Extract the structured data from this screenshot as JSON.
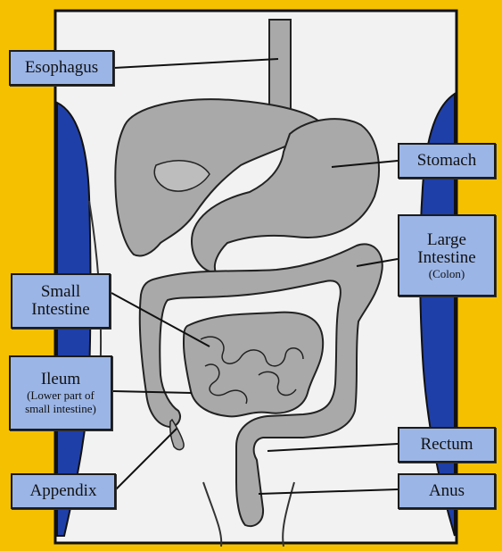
{
  "labels": {
    "esophagus": {
      "text": "Esophagus"
    },
    "stomach": {
      "text": "Stomach"
    },
    "large_intestine": {
      "line1": "Large",
      "line2": "Intestine",
      "sub": "(Colon)"
    },
    "small_intestine": {
      "line1": "Small",
      "line2": "Intestine"
    },
    "ileum": {
      "line1": "Ileum",
      "sub1": "(Lower part of",
      "sub2": "small intestine)"
    },
    "appendix": {
      "text": "Appendix"
    },
    "rectum": {
      "text": "Rectum"
    },
    "anus": {
      "text": "Anus"
    }
  },
  "colors": {
    "background": "#f5c000",
    "panel": "#f2f2f2",
    "organ": "#a9a9a9",
    "label_fill": "#9bb5e6",
    "body_side": "#1f3fa8"
  }
}
